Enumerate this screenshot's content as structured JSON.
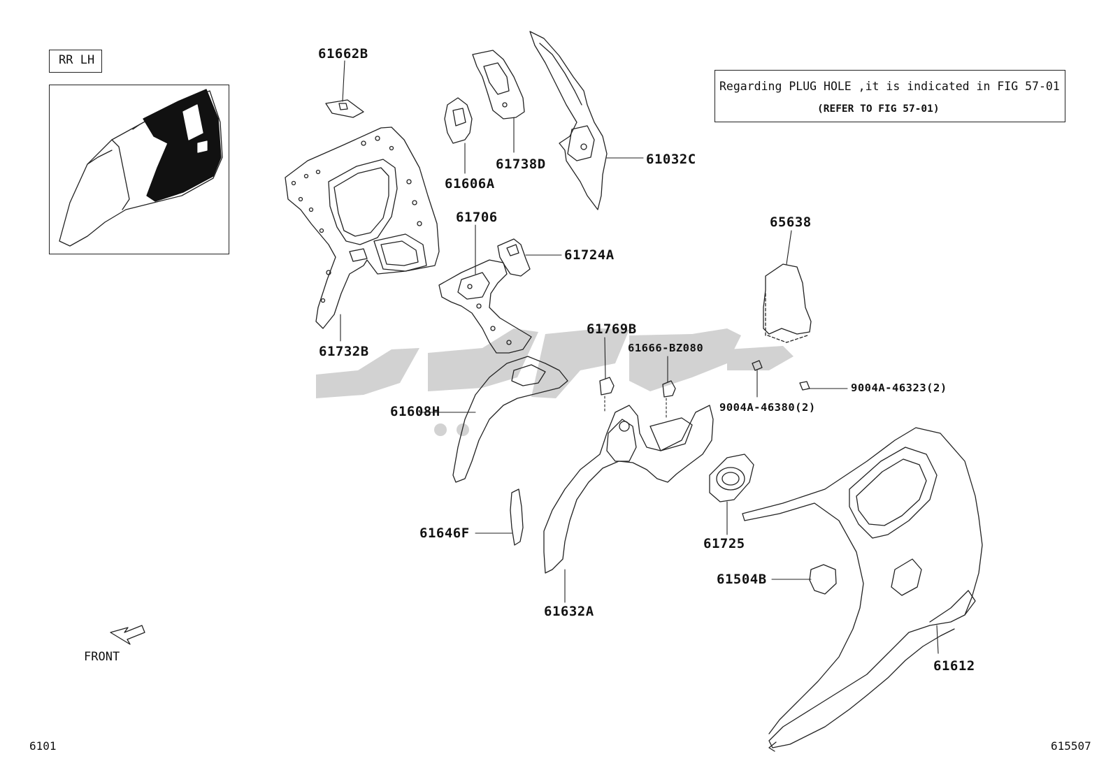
{
  "view_label": "RR LH",
  "note": {
    "line1": "Regarding PLUG HOLE ,it is indicated in FIG 57-01",
    "line2": "(REFER TO FIG 57-01)"
  },
  "part_numbers": {
    "p61662B": "61662B",
    "p61606A": "61606A",
    "p61738D": "61738D",
    "p61032C": "61032C",
    "p61706": "61706",
    "p61724A": "61724A",
    "p65638": "65638",
    "p61732B": "61732B",
    "p61769B": "61769B",
    "p61666": "61666-BZ080",
    "p61608H": "61608H",
    "p9004A46323": "9004A-46323(2)",
    "p9004A46380": "9004A-46380(2)",
    "p61725": "61725",
    "p61646F": "61646F",
    "p61504B": "61504B",
    "p61632A": "61632A",
    "p61612": "61612"
  },
  "direction_label": "FRONT",
  "page_id": "6101",
  "figure_id": "615507"
}
